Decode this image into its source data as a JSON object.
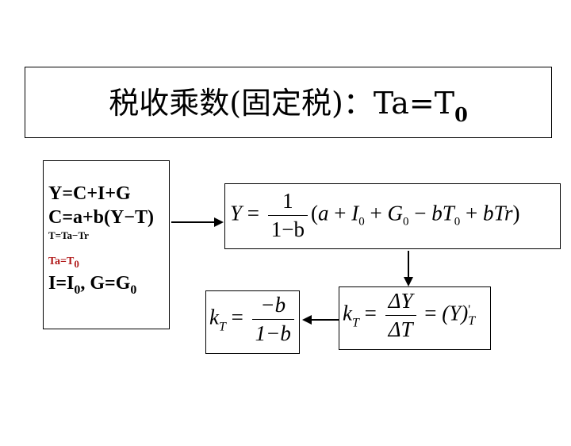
{
  "title": {
    "text": "税收乘数(固定税)：Ta=T",
    "subscript": "0"
  },
  "model": {
    "line1": "Y=C+I+G",
    "line2": "C=a+b(Y−T)",
    "line3": "T=Ta−Tr",
    "line4_main": "Ta=T",
    "line4_sub": "0",
    "line5_a": "I=I",
    "line5_a_sub": "0",
    "line5_b": ", G=G",
    "line5_b_sub": "0"
  },
  "equation_y": {
    "lhs": "Y",
    "eq": "=",
    "num": "1",
    "den": "1−b",
    "open": "(",
    "a": "a",
    "plus1": "+",
    "I": "I",
    "I_sub": "0",
    "plus2": "+",
    "G": "G",
    "G_sub": "0",
    "minus": "−",
    "bT": "bT",
    "bT_sub": "0",
    "plus3": "+",
    "bTr": "bTr",
    "close": ")"
  },
  "equation_kt_deriv": {
    "k": "k",
    "k_sub": "T",
    "eq1": "=",
    "num": "ΔY",
    "den": "ΔT",
    "eq2": "=",
    "paren": "(Y)",
    "prime": "'",
    "paren_sub": "T"
  },
  "equation_kt_result": {
    "k": "k",
    "k_sub": "T",
    "eq": "=",
    "num": "−b",
    "den": "1−b"
  }
}
